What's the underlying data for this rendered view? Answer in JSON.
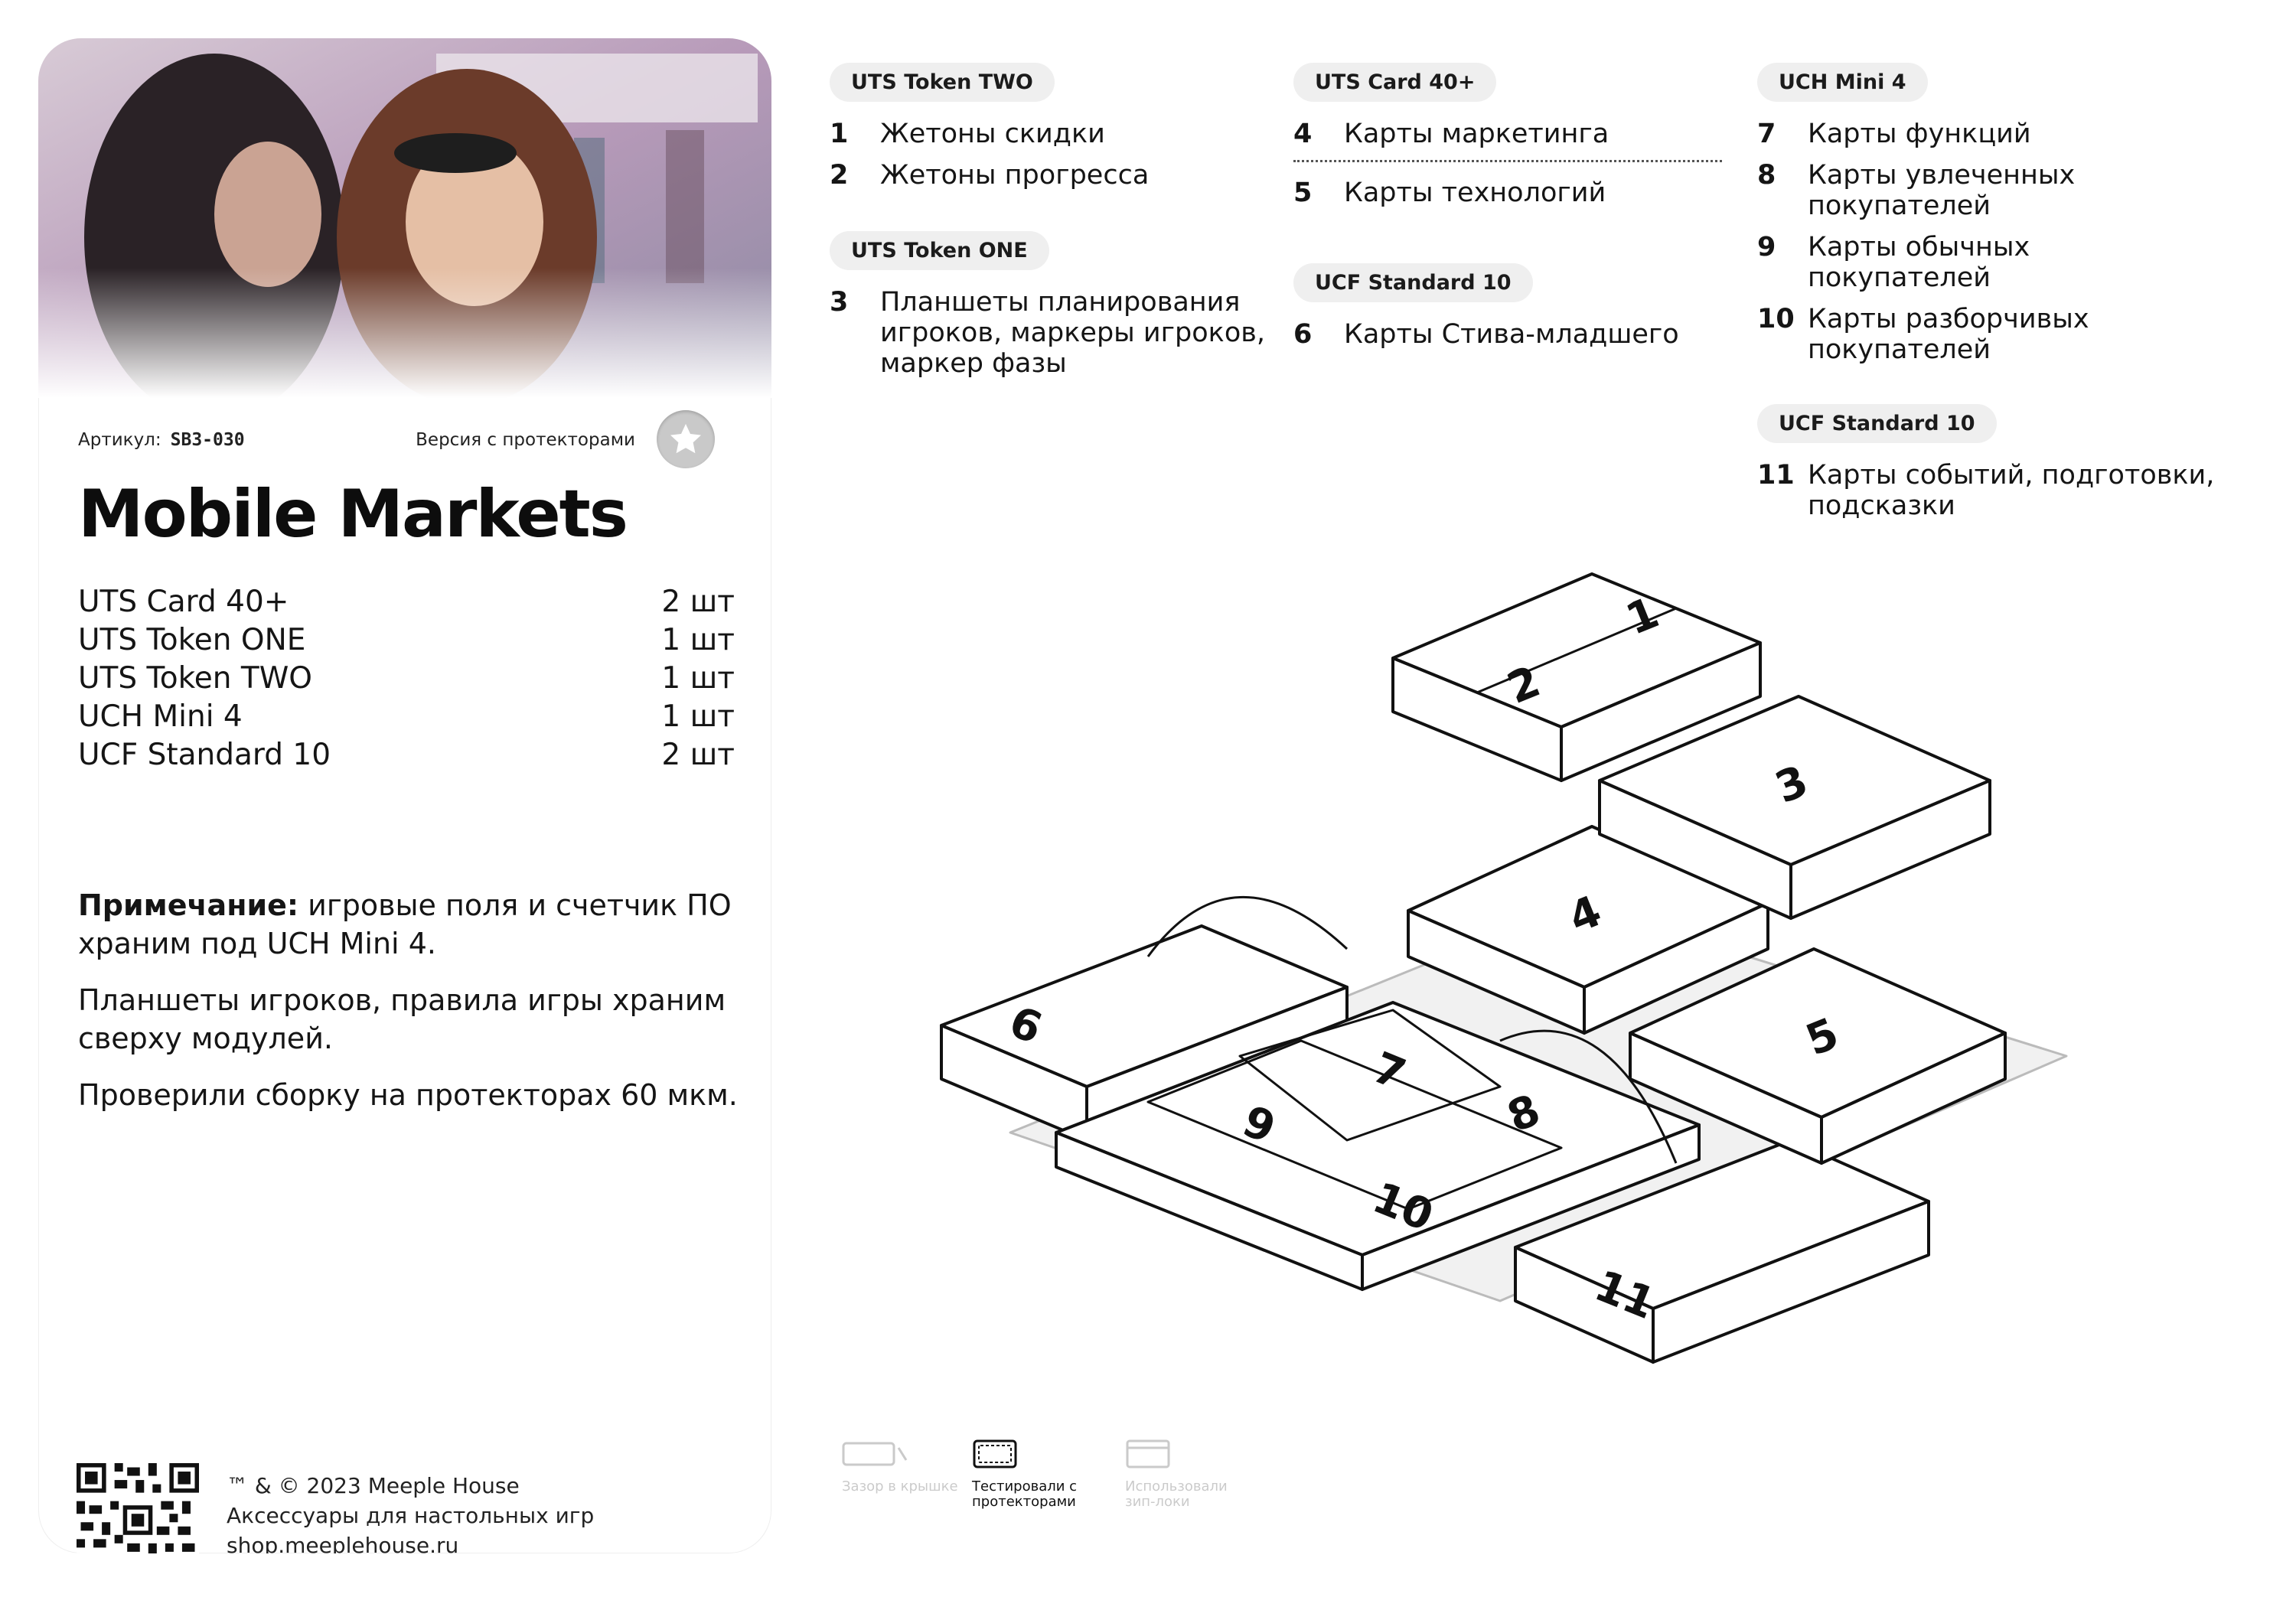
{
  "card": {
    "sku_label": "Артикул:",
    "sku_code": "SB3-030",
    "version": "Версия с протекторами",
    "title": "Mobile Markets",
    "contents": [
      {
        "name": "UTS Card 40+",
        "qty": "2 шт"
      },
      {
        "name": "UTS Token ONE",
        "qty": "1 шт"
      },
      {
        "name": "UTS Token TWO",
        "qty": "1 шт"
      },
      {
        "name": "UCH Mini 4",
        "qty": "1 шт"
      },
      {
        "name": "UCF Standard 10",
        "qty": "2 шт"
      }
    ],
    "note_bold": "Примечание:",
    "note_text": " игровые поля и счетчик ПО храним под UCH Mini 4.",
    "note_2": "Планшеты игроков, правила игры храним сверху модулей.",
    "note_3": "Проверили сборку на протекторах 60 мкм.",
    "footer": {
      "line1": "™ & © 2023 Meeple House",
      "line2": "Аксессуары для настольных игр",
      "line3": "shop.meeplehouse.ru"
    }
  },
  "legend": {
    "uts_token_two": {
      "pill": "UTS Token TWO",
      "items": [
        {
          "num": "1",
          "text": "Жетоны скидки"
        },
        {
          "num": "2",
          "text": "Жетоны прогресса"
        }
      ]
    },
    "uts_token_one": {
      "pill": "UTS Token ONE",
      "items": [
        {
          "num": "3",
          "text": "Планшеты планирования игроков, маркеры игроков, маркер фазы"
        }
      ]
    },
    "uts_card": {
      "pill": "UTS Card 40+",
      "items": [
        {
          "num": "4",
          "text": "Карты маркетинга"
        },
        {
          "num": "5",
          "text": "Карты технологий"
        }
      ]
    },
    "ucf_standard_a": {
      "pill": "UCF Standard 10",
      "items": [
        {
          "num": "6",
          "text": "Карты Стива-младшего"
        }
      ]
    },
    "uch_mini": {
      "pill": "UCH Mini 4",
      "items": [
        {
          "num": "7",
          "text": "Карты функций"
        },
        {
          "num": "8",
          "text": "Карты увлеченных покупателей"
        },
        {
          "num": "9",
          "text": "Карты обычных покупателей"
        },
        {
          "num": "10",
          "text": "Карты разборчивых покупателей"
        }
      ]
    },
    "ucf_standard_b": {
      "pill": "UCF Standard 10",
      "items": [
        {
          "num": "11",
          "text": "Карты событий, подготовки, подсказки"
        }
      ]
    }
  },
  "diagram_labels": [
    "1",
    "2",
    "3",
    "4",
    "5",
    "6",
    "7",
    "8",
    "9",
    "10",
    "11"
  ],
  "icons": {
    "gap": "Зазор в крышке",
    "sleeves": "Тестировали с протекторами",
    "ziploc": "Использовали зип-локи"
  }
}
